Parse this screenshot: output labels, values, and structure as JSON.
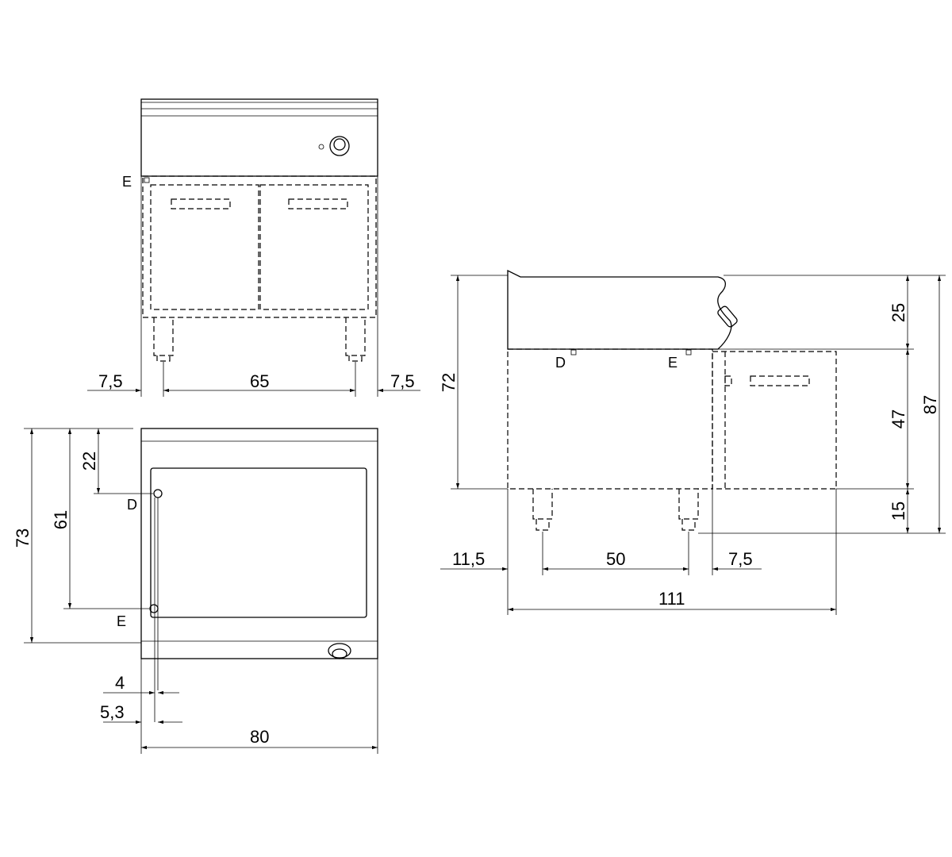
{
  "front_view": {
    "label_e": "E",
    "dims": {
      "left": "7,5",
      "center": "65",
      "right": "7,5"
    }
  },
  "top_view": {
    "label_d": "D",
    "label_e": "E",
    "dims": {
      "depth_total": "73",
      "depth_61": "61",
      "depth_22": "22",
      "d4": "4",
      "d53": "5,3",
      "width": "80"
    }
  },
  "side_view": {
    "label_d": "D",
    "label_e": "E",
    "dims": {
      "height_72": "72",
      "h25": "25",
      "h47": "47",
      "h15": "15",
      "h87": "87",
      "w115": "11,5",
      "w50": "50",
      "w75": "7,5",
      "w111": "111"
    }
  }
}
